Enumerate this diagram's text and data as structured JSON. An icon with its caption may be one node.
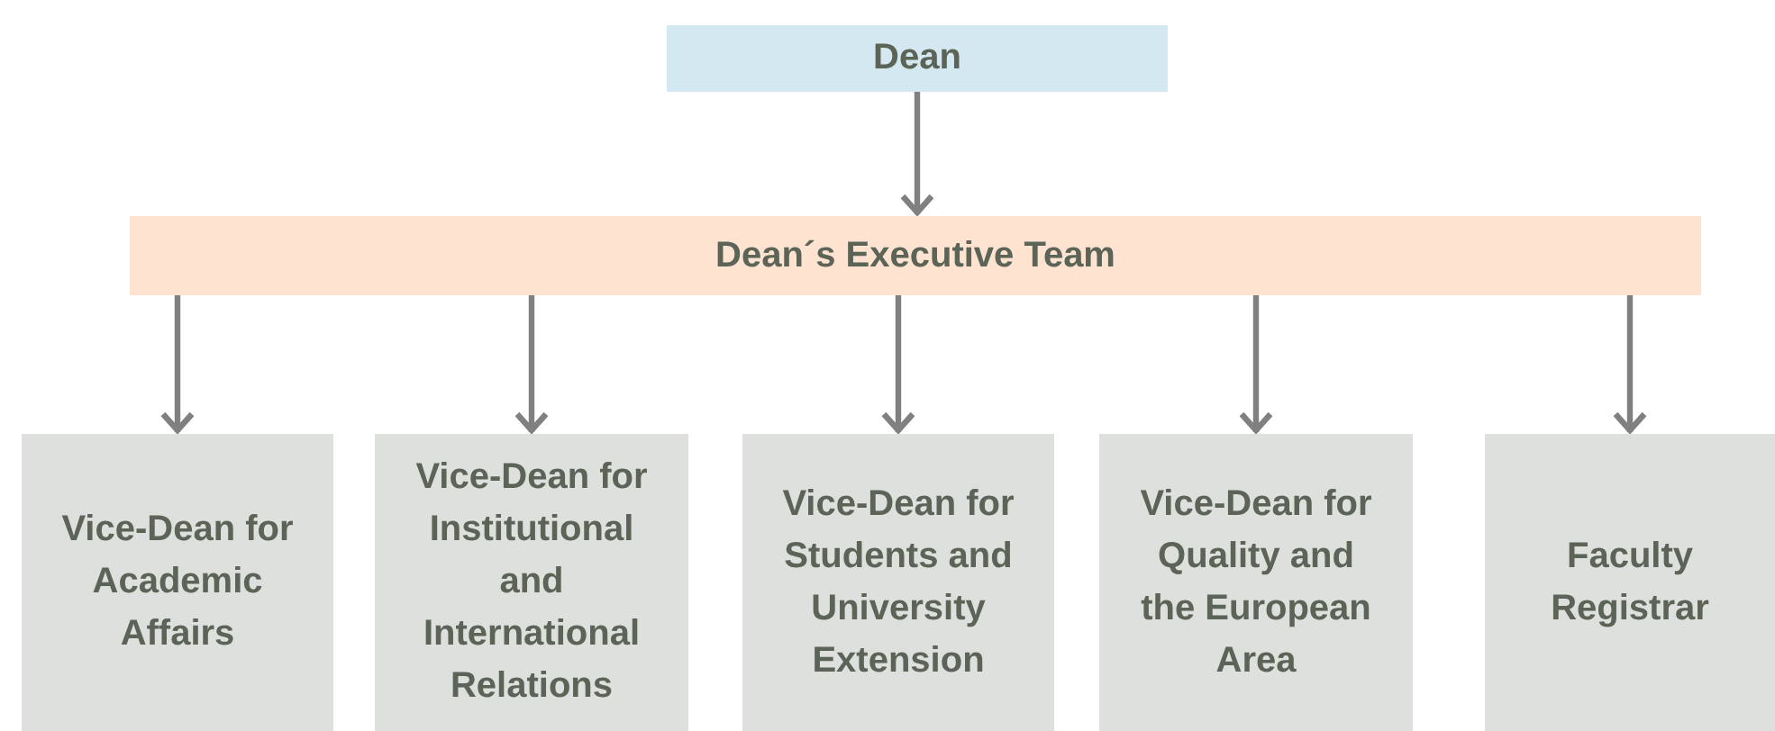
{
  "diagram": {
    "nodes": [
      {
        "text": [
          "Dean"
        ]
      },
      {
        "text": [
          "Dean´s Executive Team"
        ]
      },
      {
        "text": [
          "Vice-Dean for Academic Affairs"
        ]
      },
      {
        "text": [
          "Vice-Dean for Institutional and International Relations"
        ]
      },
      {
        "text": [
          "Vice-Dean for Students and University Extension"
        ]
      },
      {
        "text": [
          "Vice-Dean for Quality and the European Area"
        ]
      },
      {
        "text": [
          "Faculty Registrar"
        ]
      }
    ],
    "edges": [
      {
        "from": 0,
        "to": 1,
        "arrow": "to"
      },
      {
        "from": 1,
        "to": 2,
        "arrow": "to"
      },
      {
        "from": 1,
        "to": 3,
        "arrow": "to"
      },
      {
        "from": 1,
        "to": 4,
        "arrow": "to"
      },
      {
        "from": 1,
        "to": 5,
        "arrow": "to"
      },
      {
        "from": 1,
        "to": 6,
        "arrow": "to"
      }
    ]
  }
}
